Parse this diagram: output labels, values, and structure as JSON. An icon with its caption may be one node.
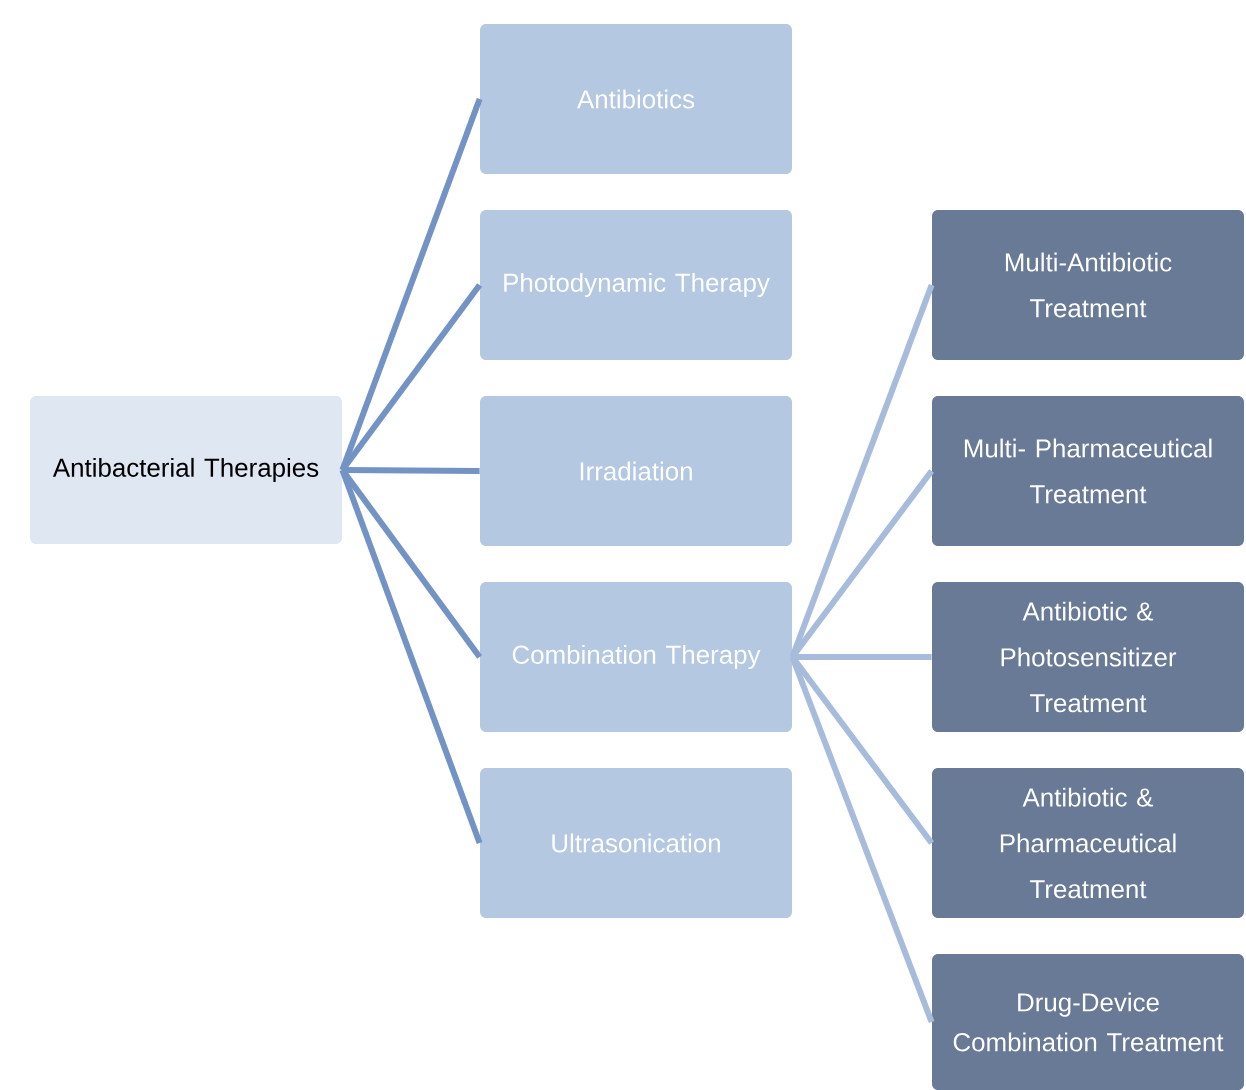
{
  "diagram": {
    "nodes": [
      {
        "text": [
          "Antibacterial Therapies"
        ]
      },
      {
        "text": [
          "Antibiotics"
        ]
      },
      {
        "text": [
          "Photodynamic Therapy"
        ]
      },
      {
        "text": [
          "Irradiation"
        ]
      },
      {
        "text": [
          "Combination Therapy"
        ]
      },
      {
        "text": [
          "Ultrasonication"
        ]
      },
      {
        "text": [
          "Multi-Antibiotic Treatment"
        ]
      },
      {
        "text": [
          "Multi- Pharmaceutical Treatment"
        ]
      },
      {
        "text": [
          "Antibiotic & Photosensitizer Treatment"
        ]
      },
      {
        "text": [
          "Antibiotic & Pharmaceutical Treatment"
        ]
      },
      {
        "text": [
          "Drug-Device Combination Treatment"
        ]
      }
    ],
    "edges": [
      {
        "from": 0,
        "to": 1,
        "arrow": "none"
      },
      {
        "from": 0,
        "to": 2,
        "arrow": "none"
      },
      {
        "from": 0,
        "to": 3,
        "arrow": "none"
      },
      {
        "from": 0,
        "to": 4,
        "arrow": "none"
      },
      {
        "from": 0,
        "to": 5,
        "arrow": "none"
      },
      {
        "from": 4,
        "to": 6,
        "arrow": "none",
        "color": "#a7bbda"
      },
      {
        "from": 4,
        "to": 7,
        "arrow": "none",
        "color": "#a7bbda"
      },
      {
        "from": 4,
        "to": 8,
        "arrow": "none",
        "color": "#a7bbda"
      },
      {
        "from": 4,
        "to": 9,
        "arrow": "none",
        "color": "#a7bbda"
      },
      {
        "from": 4,
        "to": 10,
        "arrow": "none",
        "color": "#a7bbda"
      }
    ]
  }
}
